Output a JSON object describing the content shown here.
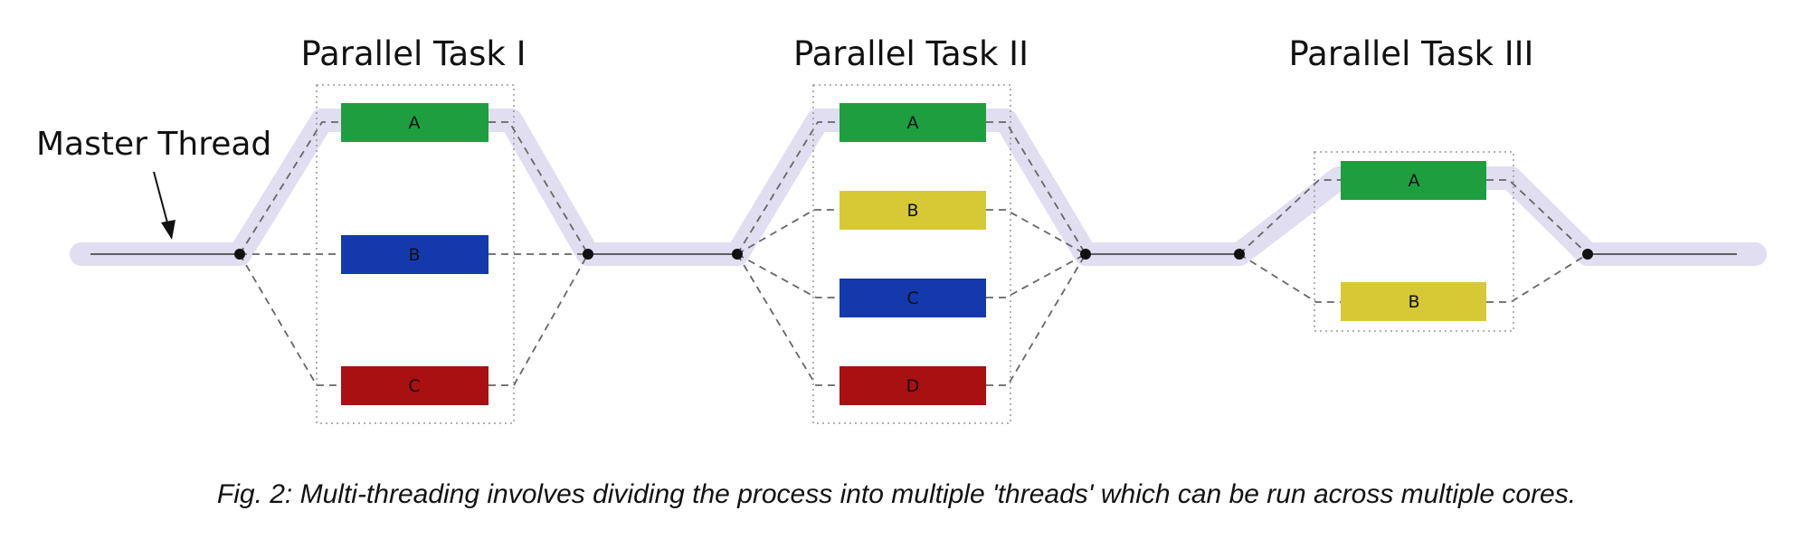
{
  "master_thread_label": "Master Thread",
  "tasks": [
    {
      "title": "Parallel Task I",
      "threads": [
        "A",
        "B",
        "C"
      ]
    },
    {
      "title": "Parallel Task II",
      "threads": [
        "A",
        "B",
        "C",
        "D"
      ]
    },
    {
      "title": "Parallel Task III",
      "threads": [
        "A",
        "B"
      ]
    }
  ],
  "caption": "Fig. 2: Multi-threading involves dividing the process into multiple 'threads' which can be run across multiple cores.",
  "colors": {
    "highlight": "#e0def0",
    "green": "#1f9e3f",
    "blue": "#1339ad",
    "red": "#a81012",
    "yellow": "#d6c935",
    "node": "#111111",
    "dashed": "#666666",
    "dotted_box": "#999999"
  }
}
